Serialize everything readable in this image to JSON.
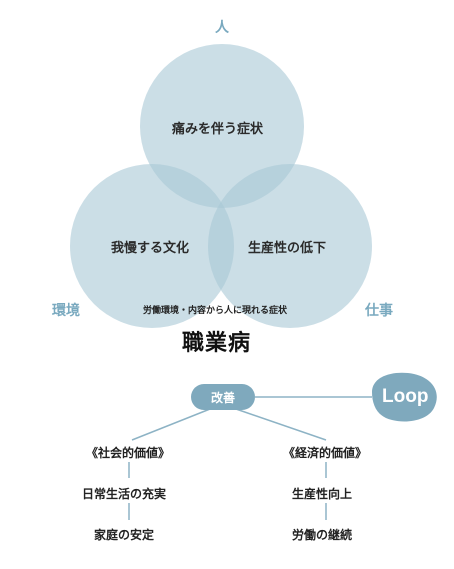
{
  "venn": {
    "labels": {
      "top": "人",
      "left": "環境",
      "right": "仕事"
    },
    "circles": {
      "top": "痛みを伴う症状",
      "left": "我慢する文化",
      "right": "生産性の低下"
    },
    "caption": "労働環境・内容から人に現れる症状",
    "title": "職業病"
  },
  "improvement": {
    "label": "改善",
    "logo_text": "Loop",
    "social": {
      "heading": "《社会的価値》",
      "items": [
        "日常生活の充実",
        "家庭の安定"
      ]
    },
    "economic": {
      "heading": "《経済的価値》",
      "items": [
        "生産性向上",
        "労働の継続"
      ]
    }
  },
  "colors": {
    "circle_fill": "#a9c8d6",
    "label_blue": "#79a9bf",
    "pill": "#7fa9bd",
    "line": "#8db3c5",
    "logo": "#7fa9bd"
  }
}
